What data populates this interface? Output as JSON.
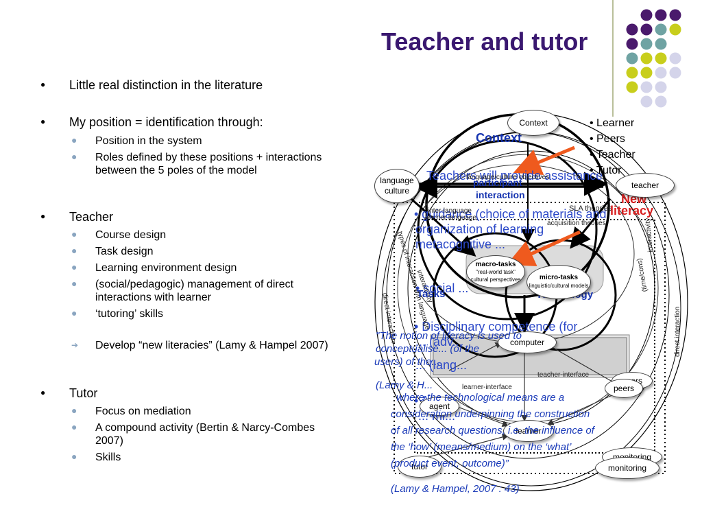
{
  "slide": {
    "title": "Teacher and tutor"
  },
  "bullets": [
    {
      "text": "Little real distinction in the literature",
      "subs": []
    },
    {
      "text": "My position = identification through:",
      "subs": [
        "Position in the system",
        "Roles defined by these positions + interactions between the 5 poles of the model"
      ]
    },
    {
      "text": "Teacher",
      "subs": [
        "Course design",
        "Task design",
        "Learning environment design",
        "(social/pedagogic) management of direct interactions with learner",
        "‘tutoring’ skills"
      ]
    },
    {
      "text": "Develop “new literacies” (Lamy & Hampel 2007)"
    },
    {
      "text": "Tutor",
      "subs": [
        "Focus on mediation",
        "A compound activity (Bertin & Narcy-Combes 2007)",
        "Skills"
      ]
    }
  ],
  "diagram": {
    "nodes": {
      "context": "Context",
      "language_culture": "language culture",
      "teacher": "teacher",
      "macro_tasks": "macro-tasks",
      "macro_tasks_sub": "\"real-world task\" cultural perspectives",
      "micro_tasks": "micro-tasks",
      "micro_tasks_sub": "linguistic/cultural models",
      "computer": "computer",
      "peers_back": "peers",
      "peers": "peers",
      "agent": "agent",
      "learner": "learner",
      "tutor": "tutor",
      "monitoring_back": "monitoring",
      "monitoring": "monitoring"
    },
    "list": [
      "• Learner",
      "• Peers",
      "• Teacher",
      "• Tutor"
    ],
    "labels": {
      "context": "Context",
      "participant_interaction_1": "participant",
      "participant_interaction_2": "interaction",
      "tasks": "Tasks",
      "technology": "Technology",
      "new": "New",
      "literacy": "literacy",
      "teacher_interface": "teacher-interface",
      "learner_interface": "learner-interface",
      "types_interaction": "types of interaction with language",
      "direct_interaction": "direct interaction",
      "interactivity": "interactivity",
      "sla_theories": "SLA theories",
      "acquisition_theories": "acquisition theories",
      "inter_language": "inter-language",
      "learner_language": "learner language",
      "language_culture_objectives": "language/culture objectives",
      "time_cons": "(time/cons)"
    },
    "overlay": {
      "line1": "Teachers will provide assistance",
      "line2": "• guidance (choice of materials and",
      "line3": "organization of learning",
      "line4": "metacognitive ...",
      "line5": "• social ...",
      "line6": "• Disciplinary competence (for",
      "line7": "... (adv...",
      "line8": "... (lang...",
      "line9": "• A...",
      "line10": "... mi..."
    },
    "quote": {
      "line1": "\"The notion of literacy is used to",
      "line2": "conceptualise... (of the",
      "line3": "users) of the...",
      "line4": "(Lamy & H...",
      "line5": "where the technological means are a",
      "line6": "consideration underpinning the construction",
      "line7": "of all research questions, i.e. the influence of",
      "line8": "the ‘how’ (means/medium) on the ‘what’",
      "line9": "(product event, outcome)”",
      "citation": "(Lamy & Hampel, 2007 : 43)"
    }
  },
  "colors": {
    "title": "#3a1870",
    "purple": "#4a1a6c",
    "teal": "#6fa3a3",
    "yellow": "#c8ce1c",
    "lavender": "#d4d4ea",
    "blue": "#1533b0",
    "red": "#d82020",
    "orange": "#ef5a1e"
  },
  "icons": {
    "bullet": "disc",
    "sub_bullet": "disc",
    "arrow_bullet": "arrow-right"
  }
}
